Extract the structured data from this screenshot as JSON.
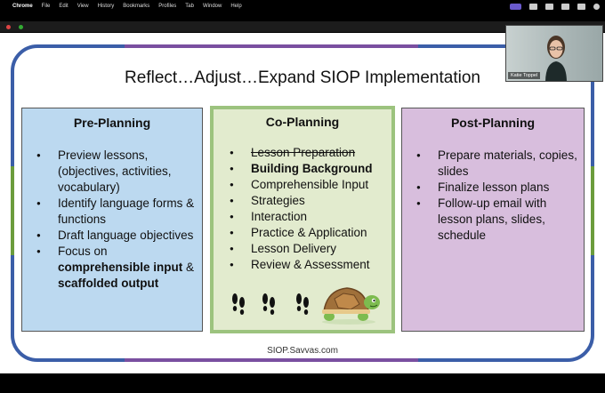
{
  "menubar": {
    "apple": "",
    "items": [
      "Chrome",
      "File",
      "Edit",
      "View",
      "History",
      "Bookmarks",
      "Profiles",
      "Tab",
      "Window",
      "Help"
    ]
  },
  "slide": {
    "title": "Reflect…Adjust…Expand SIOP Implementation",
    "source": "SIOP.Savvas.com",
    "columns": [
      {
        "heading": "Pre-Planning",
        "items": [
          "Preview lessons, (objectives, activities, vocabulary)",
          "Identify language forms & functions",
          "Draft language objectives",
          "Focus on comprehensible input & scaffolded output"
        ],
        "item4_parts": [
          "Focus on ",
          "comprehensible input",
          " & ",
          "scaffolded output"
        ]
      },
      {
        "heading": "Co-Planning",
        "items": [
          "Lesson Preparation",
          "Building Background",
          "Comprehensible Input",
          "Strategies",
          "Interaction",
          "Practice & Application",
          "Lesson Delivery",
          "Review & Assessment"
        ]
      },
      {
        "heading": "Post-Planning",
        "items": [
          "Prepare materials, copies, slides",
          "Finalize lesson plans",
          "Follow-up email with lesson plans, slides, schedule"
        ]
      }
    ]
  },
  "video": {
    "participant_name": "Katie Toppel"
  },
  "colors": {
    "frame_blue": "#3b5ea8",
    "frame_purple": "#7a4fa0",
    "pre_planning_bg": "#bcd9f0",
    "co_planning_bg": "#e2ebce",
    "co_planning_border": "#9cc37e",
    "post_planning_bg": "#d8bedd"
  },
  "icons": [
    "apple-icon",
    "footprints-icon",
    "turtle-icon"
  ]
}
